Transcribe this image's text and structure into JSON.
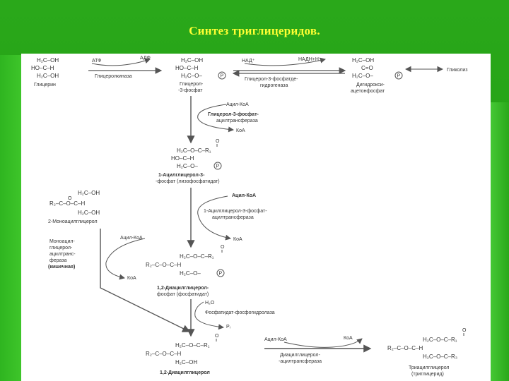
{
  "title": "Синтез триглицеридов.",
  "glycerol": {
    "lines": [
      "H₂C–OH",
      "HO–C–H",
      "H₂C–OH"
    ],
    "name": "Глицерин"
  },
  "step1": {
    "in": "АТФ",
    "out": "АДФ",
    "enzyme": "Глицеролкиназа"
  },
  "g3p": {
    "lines": [
      "H₂C–OH",
      "HO–C–H",
      "H₂C–O–"
    ],
    "name1": "Глицерол-",
    "name2": "-3-фосфат"
  },
  "step2": {
    "in": "НАД⁺",
    "out": "НАДН+Н⁺",
    "enzyme1": "Глицерол-3-фосфатде-",
    "enzyme2": "гидрогеназа"
  },
  "dhap": {
    "lines": [
      "H₂C–OH",
      "C=O",
      "H₂C–O–"
    ],
    "name1": "Дигидрокси-",
    "name2": "ацетонфосфат"
  },
  "glycolysis": "Гликолиз",
  "phosphate_symbol": "P",
  "step3": {
    "in": "Ацил-КоА",
    "enzyme1": "Глицерол-3-фосфат-",
    "enzyme2": "ацилтрансфераза",
    "out": "КоА"
  },
  "lpa": {
    "line1": "H₂C–O–C–R₁",
    "line2": "HO–C–H",
    "line3": "H₂C–O–",
    "carbonyl": "O",
    "name1": "1-Ацилглицерол-3-",
    "name2": "-фосфат (лизофосфатидат)"
  },
  "mag": {
    "line1": "H₂C–OH",
    "line2": "R₂–C–O–C–H",
    "line3": "H₂C–OH",
    "carbonyl": "O",
    "name": "2-Моноацилглицерол"
  },
  "step4": {
    "in": "Ацил-КоА",
    "enzyme1": "1-Ацилглицерол-3-фосфат-",
    "enzyme2": "ацилтрансфераза",
    "out": "КоА"
  },
  "mag_enzyme": {
    "lines": [
      "Моноацил-",
      "глицерол-",
      "ацилтранс-",
      "фераза"
    ],
    "note": "(кишечная)",
    "in": "Ацил-КоА",
    "out": "КоА"
  },
  "pa": {
    "line1": "H₂C–O–C–R₁",
    "line2": "R₂–C–O–C–H",
    "line3": "H₂C–O–",
    "carbonyl": "O",
    "name1": "1,2-Диацилглицерол-",
    "name2": "фосфат (фосфатидат)"
  },
  "step5": {
    "in": "H₂O",
    "enzyme": "Фосфатидат-фосфогидролаза",
    "out": "Pᵢ"
  },
  "dag": {
    "line1": "H₂C–O–C–R₁",
    "line2": "R₂–C–O–C–H",
    "line3": "H₂C–OH",
    "carbonyl": "O",
    "name": "1,2-Диацилглицерол"
  },
  "step6": {
    "in": "Ацил-КоА",
    "out": "КоА",
    "enzyme1": "Диацилглицерол-",
    "enzyme2": "-ацилтрансфераза"
  },
  "tag": {
    "line1": "H₂C–O–C–R₁",
    "line2": "R₂–C–O–C–H",
    "line3": "H₂C–O–C–R₃",
    "carbonyl": "O",
    "name1": "Триацилглицерол",
    "name2": "(триглицерид)"
  }
}
